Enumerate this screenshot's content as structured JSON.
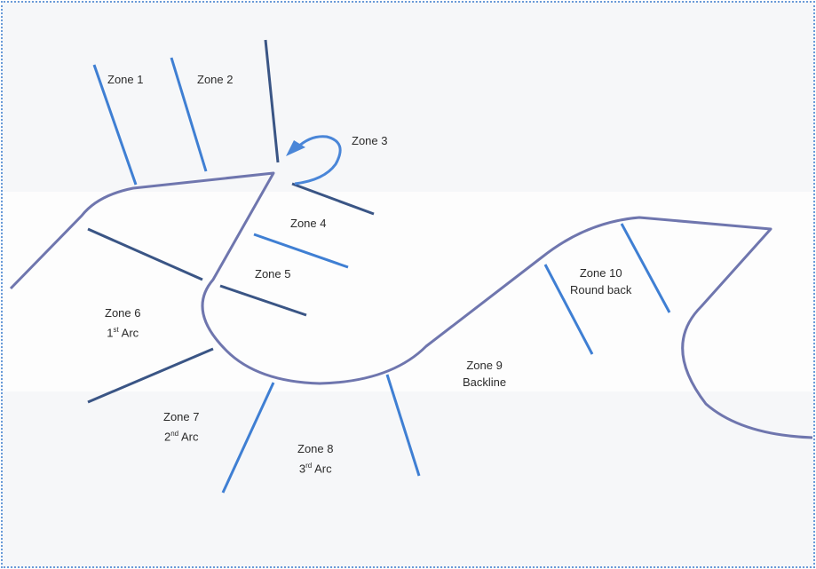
{
  "diagram": {
    "zones": [
      {
        "id": 1,
        "name": "Zone 1"
      },
      {
        "id": 2,
        "name": "Zone 2"
      },
      {
        "id": 3,
        "name": "Zone 3"
      },
      {
        "id": 4,
        "name": "Zone 4"
      },
      {
        "id": 5,
        "name": "Zone 5"
      },
      {
        "id": 6,
        "name": "Zone 6",
        "sub_num": "1",
        "sub_sup": "st",
        "sub_text": " Arc"
      },
      {
        "id": 7,
        "name": "Zone 7",
        "sub_num": "2",
        "sub_sup": "nd",
        "sub_text": " Arc"
      },
      {
        "id": 8,
        "name": "Zone 8",
        "sub_num": "3",
        "sub_sup": "rd",
        "sub_text": " Arc"
      },
      {
        "id": 9,
        "name": "Zone 9",
        "sub_text": "Backline"
      },
      {
        "id": 10,
        "name": "Zone 10",
        "sub_text": "Round back"
      }
    ],
    "colors": {
      "outline": "#6f76ae",
      "zone_line_blue": "#3f7fd3",
      "zone_line_dark": "#3a5585",
      "arrow": "#4a86d8",
      "border": "#6a9bd8"
    }
  }
}
